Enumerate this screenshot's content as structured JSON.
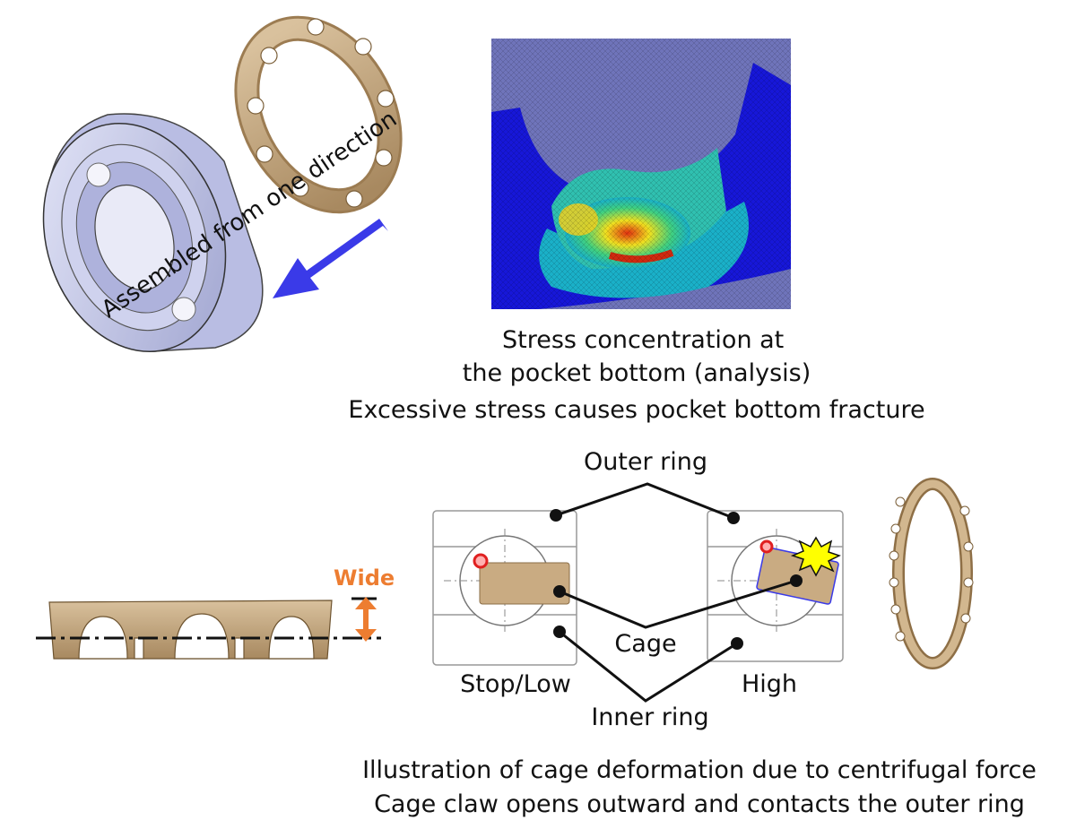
{
  "assembly": {
    "label": "Assembled from one direction"
  },
  "stress": {
    "caption_lines": [
      "Stress concentration at",
      "the pocket bottom (analysis)",
      "Excessive stress causes pocket bottom fracture"
    ]
  },
  "deformation": {
    "labels": {
      "outer_ring": "Outer ring",
      "cage": "Cage",
      "inner_ring": "Inner ring",
      "stop_low": "Stop/Low",
      "high": "High",
      "wide": "Wide"
    },
    "caption_lines": [
      "Illustration of cage deformation due to centrifugal force",
      "Cage claw opens outward and contacts the outer ring"
    ]
  },
  "colors": {
    "cage_bronze": "#c9ab82",
    "arrow_blue": "#3a3ae8",
    "wide_orange": "#ed7d31",
    "contact_red": "#e02020",
    "contact_star": "#ffff00"
  }
}
